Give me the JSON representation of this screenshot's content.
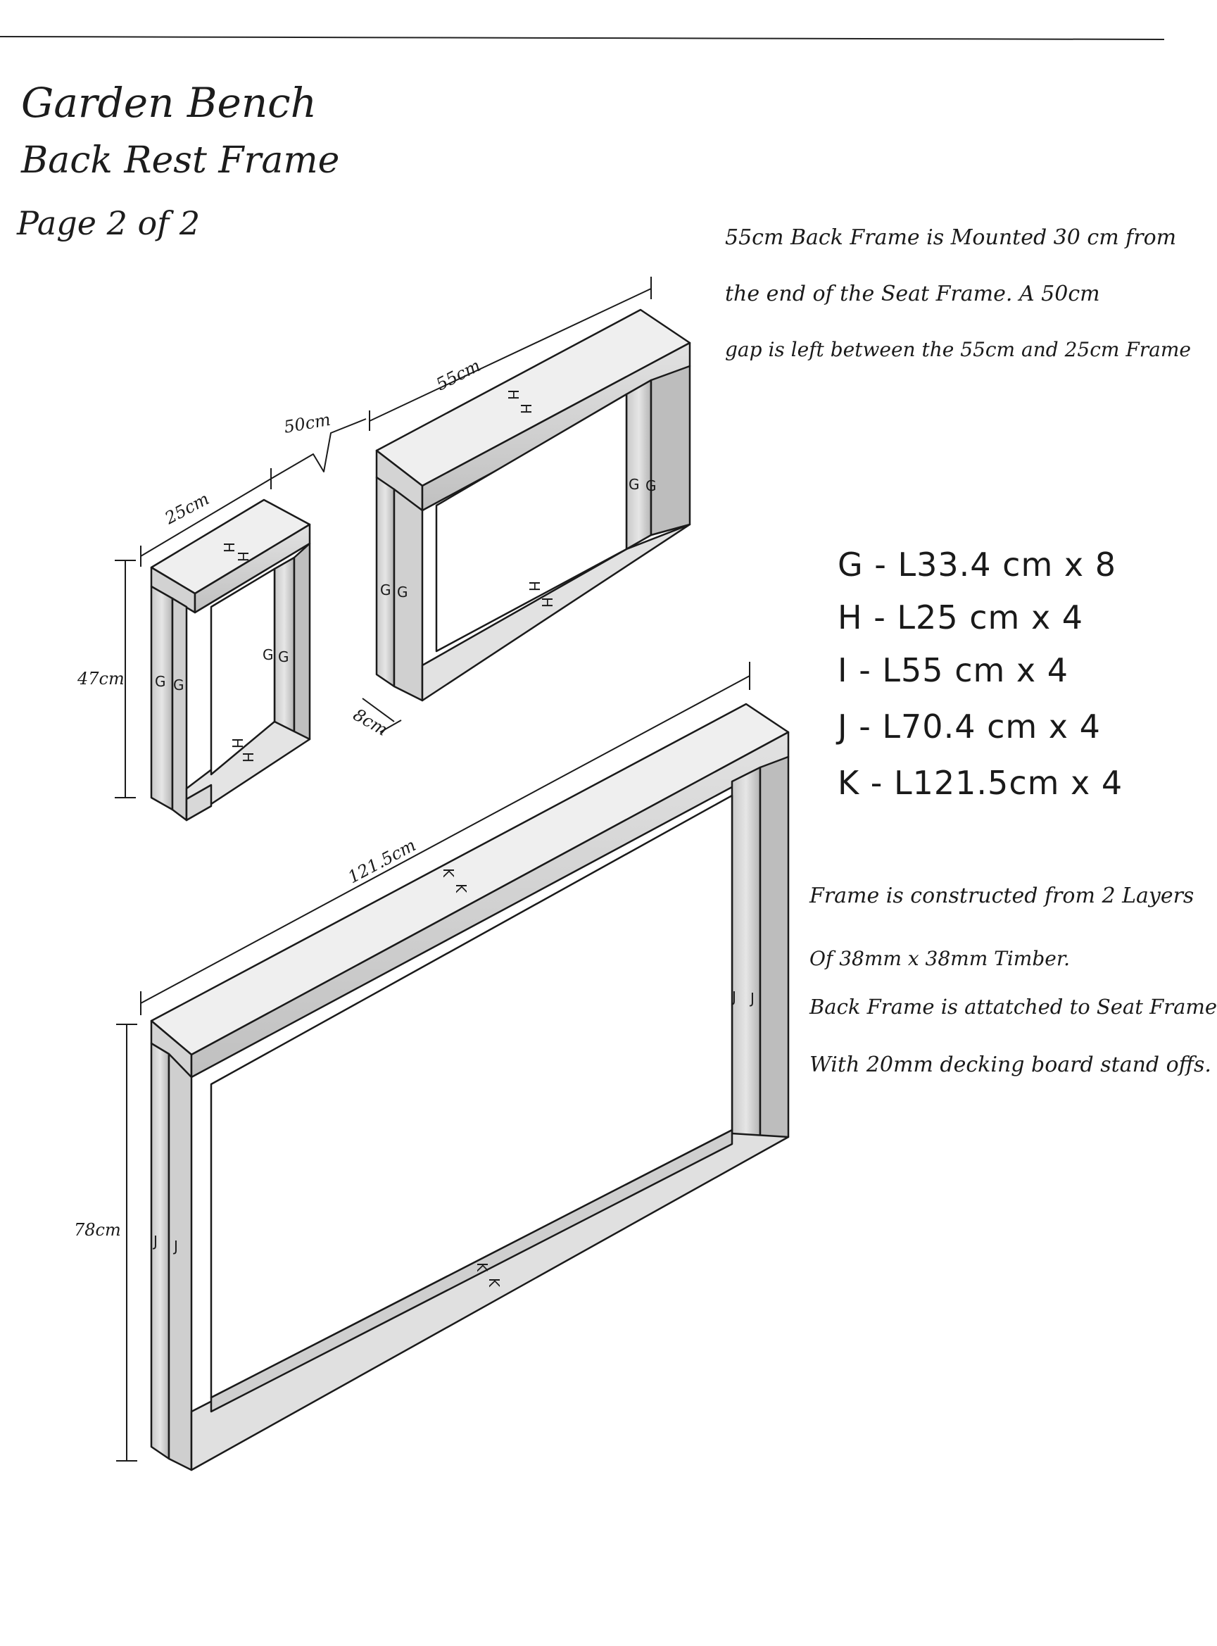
{
  "header": {
    "title": "Garden Bench",
    "subtitle": "Back Rest Frame",
    "page": "Page 2 of 2"
  },
  "notes_top": [
    "55cm Back Frame is Mounted 30 cm from",
    "the end of the Seat Frame. A 50cm",
    "gap is left between the 55cm and 25cm Frame"
  ],
  "cut_list": [
    "G - L33.4 cm x 8",
    "H - L25 cm x 4",
    "I - L55 cm x 4",
    "J - L70.4 cm x 4",
    "K - L121.5cm x 4"
  ],
  "notes_bottom": [
    "Frame is constructed from 2 Layers",
    "Of 38mm x 38mm Timber.",
    "Back Frame is attatched to Seat Frame",
    "With 20mm decking board stand offs."
  ],
  "dimensions": {
    "small_width": "25cm",
    "small_height": "47cm",
    "gap": "50cm",
    "medium_width": "55cm",
    "depth": "8cm",
    "large_width": "121.5cm",
    "large_height": "78cm"
  },
  "part_marks": {
    "G": "G",
    "H": "H",
    "J": "J",
    "K": "K"
  }
}
